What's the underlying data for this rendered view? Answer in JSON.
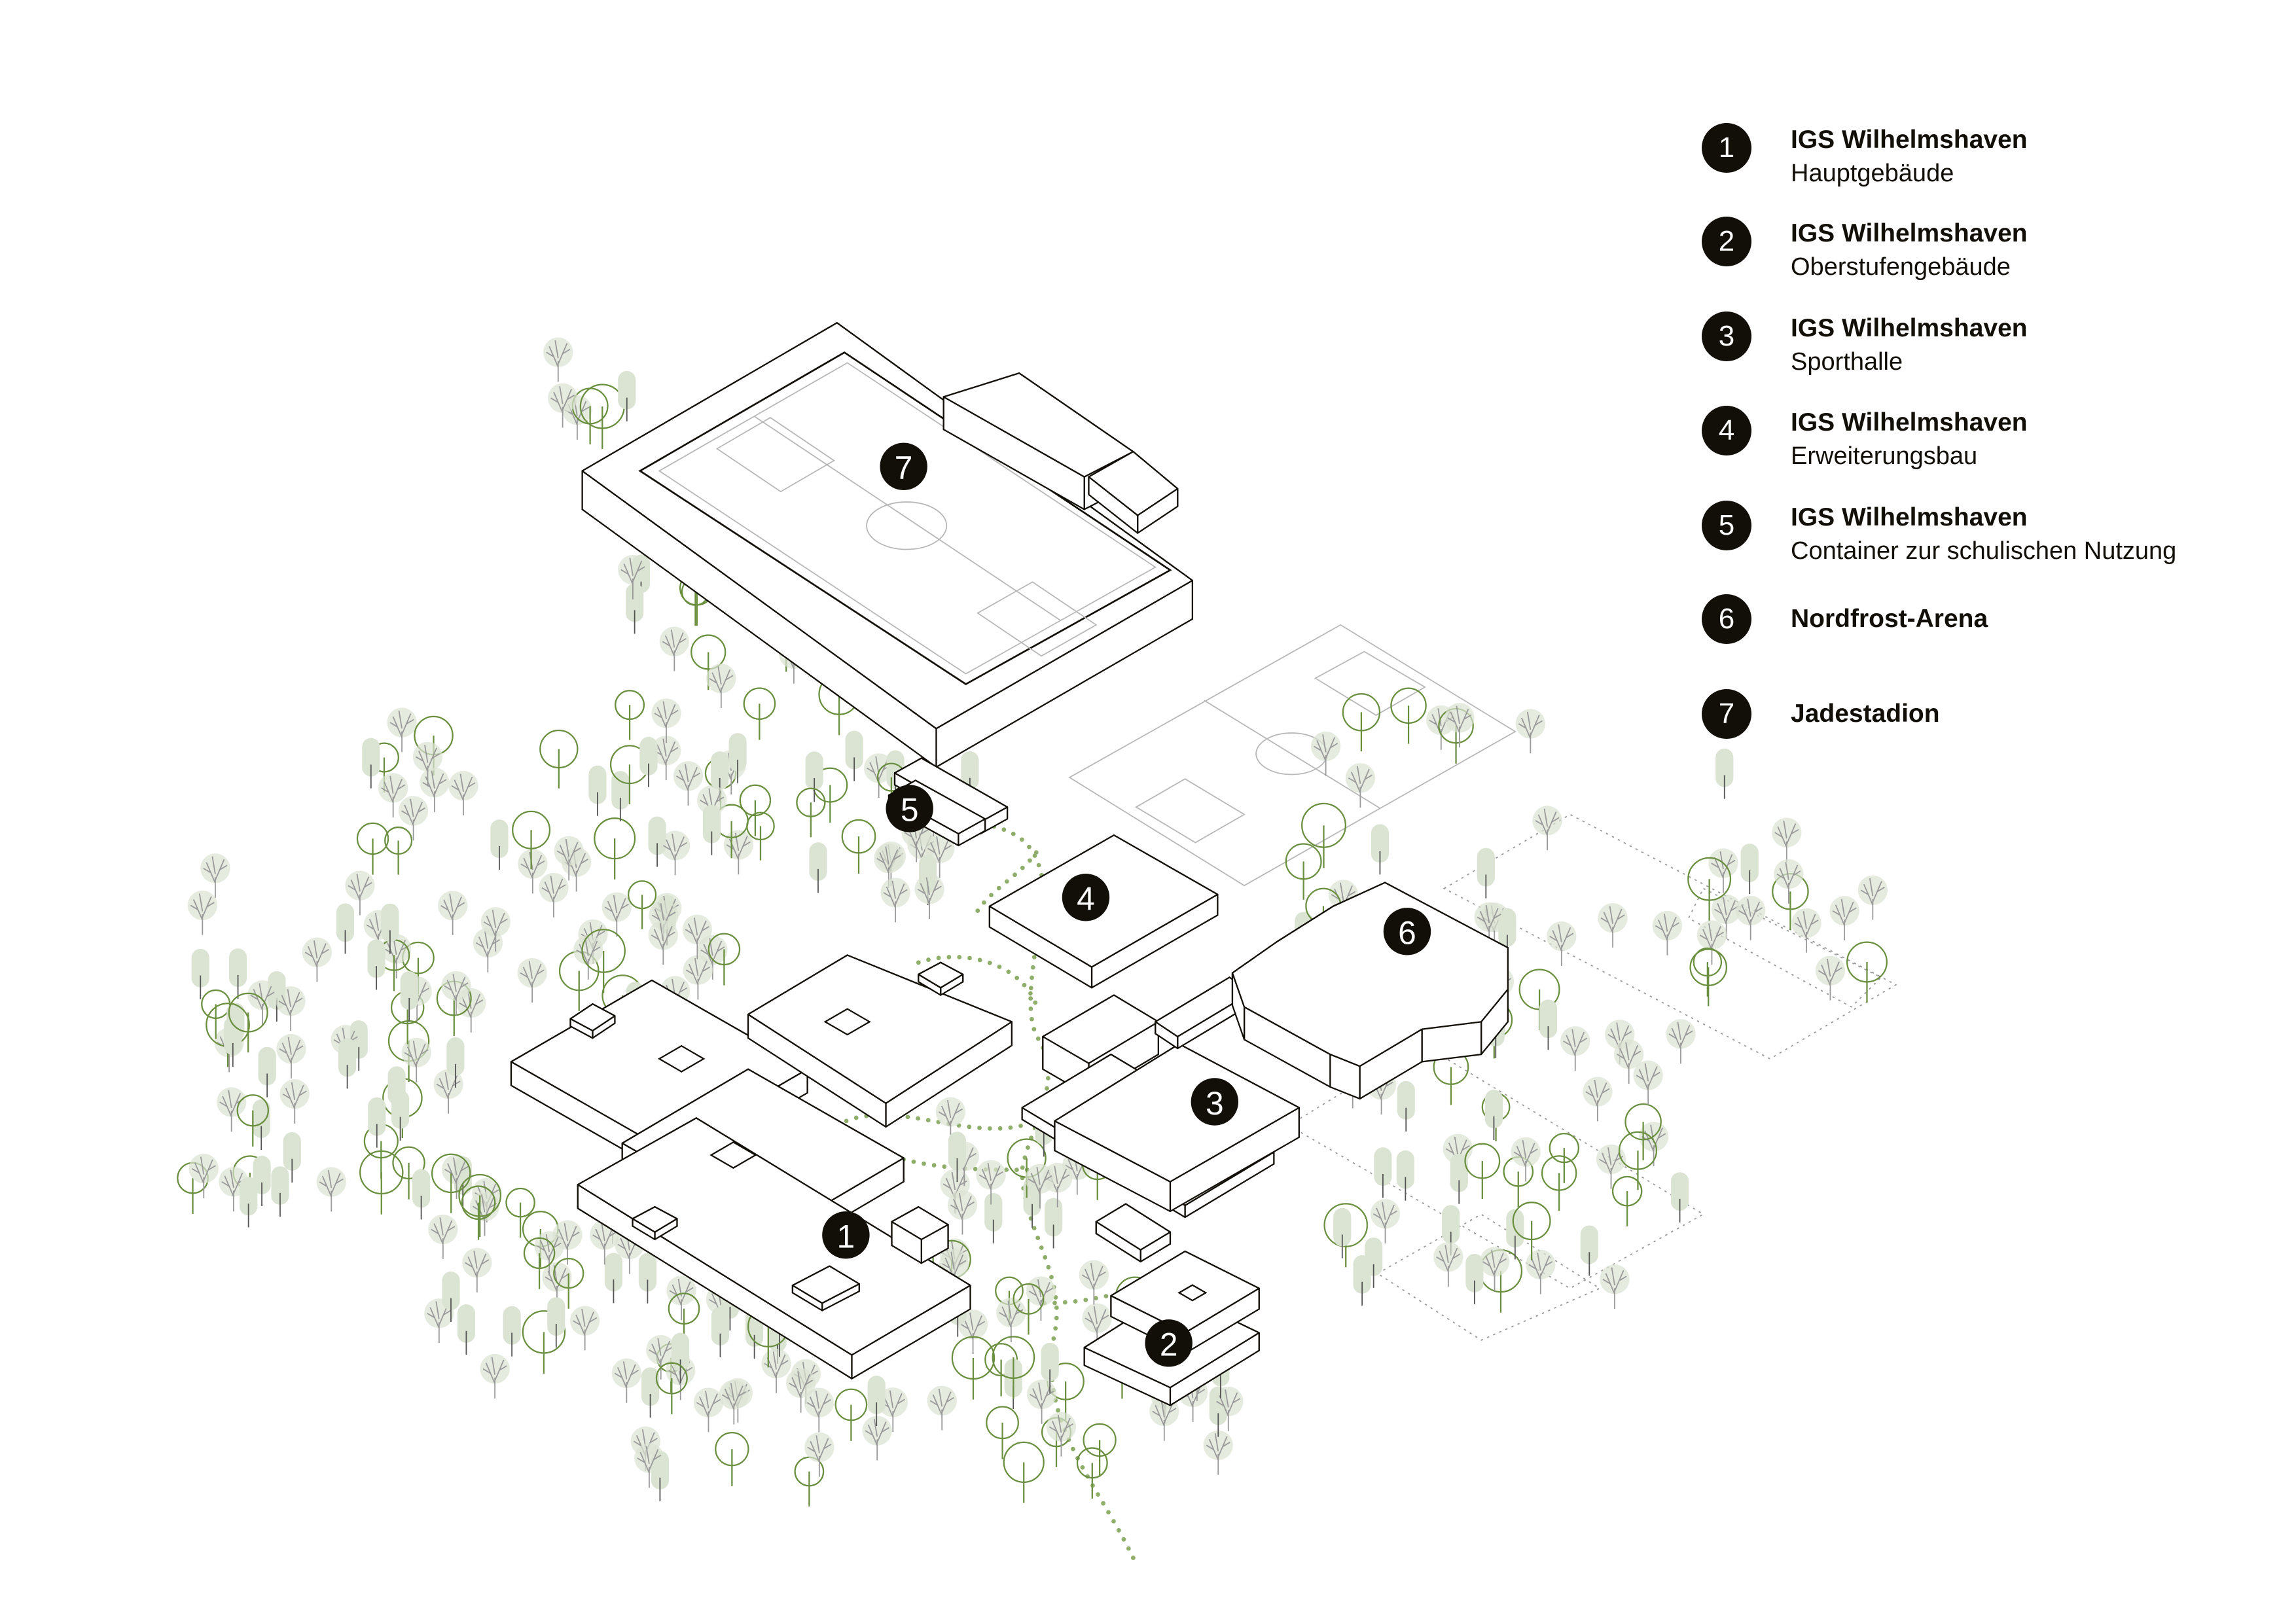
{
  "colors": {
    "ink": "#120f08",
    "tree_line": "#6a8f3f",
    "tree_fill": "#dbe3d3",
    "tree_branch": "#9a9a9a",
    "path_dots": "#8fae6a",
    "field_line": "#b8b8b8"
  },
  "markers": [
    {
      "id": "1",
      "label": "1"
    },
    {
      "id": "2",
      "label": "2"
    },
    {
      "id": "3",
      "label": "3"
    },
    {
      "id": "4",
      "label": "4"
    },
    {
      "id": "5",
      "label": "5"
    },
    {
      "id": "6",
      "label": "6"
    },
    {
      "id": "7",
      "label": "7"
    }
  ],
  "legend": [
    {
      "number": "1",
      "title": "IGS Wilhelmshaven",
      "subtitle": "Hauptgebäude"
    },
    {
      "number": "2",
      "title": "IGS Wilhelmshaven",
      "subtitle": "Oberstufengebäude"
    },
    {
      "number": "3",
      "title": "IGS Wilhelmshaven",
      "subtitle": "Sporthalle"
    },
    {
      "number": "4",
      "title": "IGS Wilhelmshaven",
      "subtitle": "Erweiterungsbau"
    },
    {
      "number": "5",
      "title": "IGS Wilhelmshaven",
      "subtitle": "Container zur schulischen Nutzung"
    },
    {
      "number": "6",
      "title": "Nordfrost-Arena",
      "subtitle": ""
    },
    {
      "number": "7",
      "title": "Jadestadion",
      "subtitle": ""
    }
  ]
}
